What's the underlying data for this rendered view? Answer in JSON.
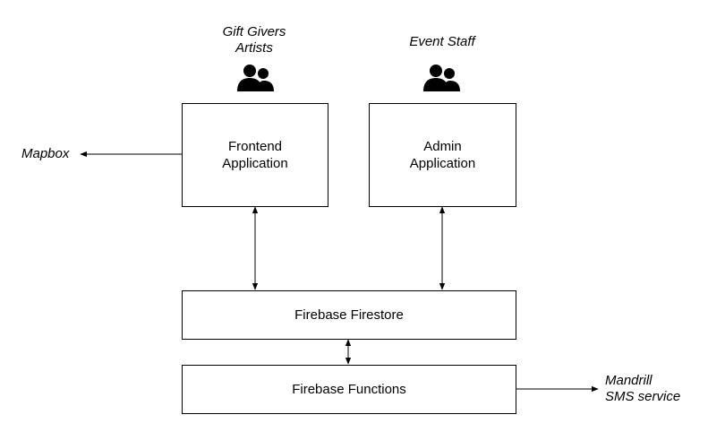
{
  "actors": {
    "frontend_users": [
      "Gift Givers",
      "Artists"
    ],
    "admin_users": [
      "Event Staff"
    ]
  },
  "boxes": {
    "frontend": [
      "Frontend",
      "Application"
    ],
    "admin": [
      "Admin",
      "Application"
    ],
    "firestore": "Firebase Firestore",
    "functions": "Firebase Functions"
  },
  "external": {
    "mapbox": "Mapbox",
    "mandrill": [
      "Mandrill",
      "SMS service"
    ]
  },
  "icons": {
    "frontend_users": "users-icon",
    "admin_users": "users-icon"
  }
}
